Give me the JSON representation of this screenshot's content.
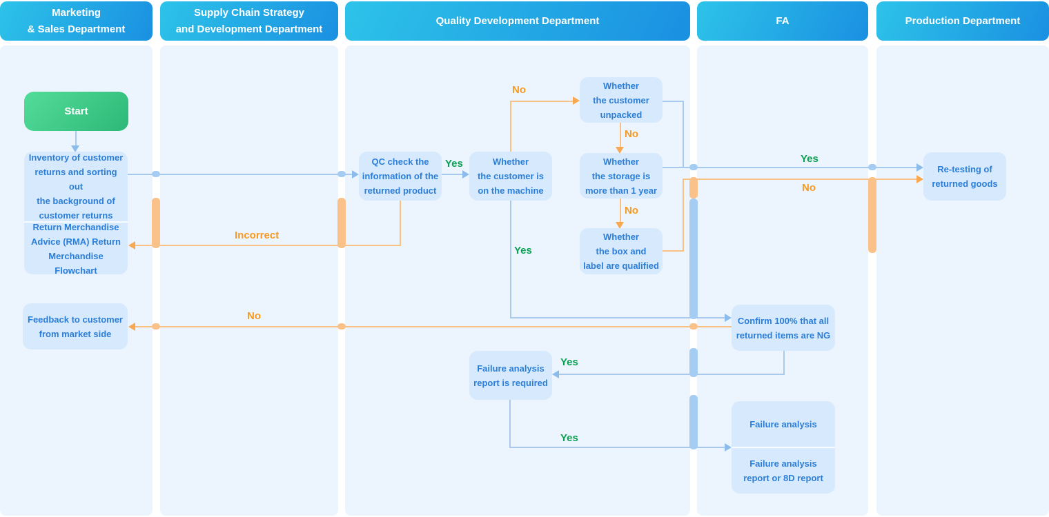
{
  "lanes": [
    {
      "label": "Marketing\n& Sales Department"
    },
    {
      "label": "Supply Chain Strategy\nand Development Department"
    },
    {
      "label": "Quality Development Department"
    },
    {
      "label": "FA"
    },
    {
      "label": "Production Department"
    }
  ],
  "nodes": {
    "start": {
      "label": "Start"
    },
    "inventory": {
      "label": "Inventory of customer\nreturns and sorting out\nthe background of\ncustomer returns"
    },
    "rma": {
      "label": "Return Merchandise\nAdvice (RMA) Return\nMerchandise Flowchart"
    },
    "feedback": {
      "label": "Feedback to customer\nfrom market side"
    },
    "qc_check": {
      "label": "QC check the\ninformation of the\nreturned product"
    },
    "on_machine": {
      "label": "Whether\nthe customer is\non the machine"
    },
    "unpacked": {
      "label": "Whether\nthe customer\nunpacked"
    },
    "storage": {
      "label": "Whether\nthe storage is\nmore than 1 year"
    },
    "box_label": {
      "label": "Whether\nthe box and\nlabel are qualified"
    },
    "report_required": {
      "label": "Failure analysis\nreport is required"
    },
    "confirm_ng": {
      "label": "Confirm 100% that all\nreturned items are NG"
    },
    "failure_analysis": {
      "label": "Failure analysis"
    },
    "failure_report": {
      "label": "Failure analysis\nreport or 8D report"
    },
    "retest": {
      "label": "Re-testing of\nreturned goods"
    }
  },
  "edge_labels": {
    "qc_yes": "Yes",
    "machine_yes": "Yes",
    "storage_yes": "Yes",
    "confirm_yes": "Yes",
    "report_yes": "Yes",
    "machine_no": "No",
    "unpacked_no": "No",
    "storage_no": "No",
    "boxlabel_no": "No",
    "confirm_no": "No",
    "qc_incorrect": "Incorrect"
  },
  "colors": {
    "header_gradient_start": "#2dc3e9",
    "header_gradient_end": "#1a90e1",
    "header_text": "#ffffff",
    "lane_fill": "#ecf5fd",
    "box_fill": "#d7e9fc",
    "box_text": "#2b7ed8",
    "start_gradient_start": "#53dc99",
    "start_gradient_end": "#2eb878",
    "line_blue": "#a9c9ec",
    "line_orange": "#f9c084",
    "bar_blue": "#a5ccf3",
    "bar_orange": "#fac189",
    "arrow_blue": "#8cbcec",
    "arrow_orange": "#f7a850",
    "label_green": "#0aa053",
    "label_orange": "#f59a23"
  }
}
